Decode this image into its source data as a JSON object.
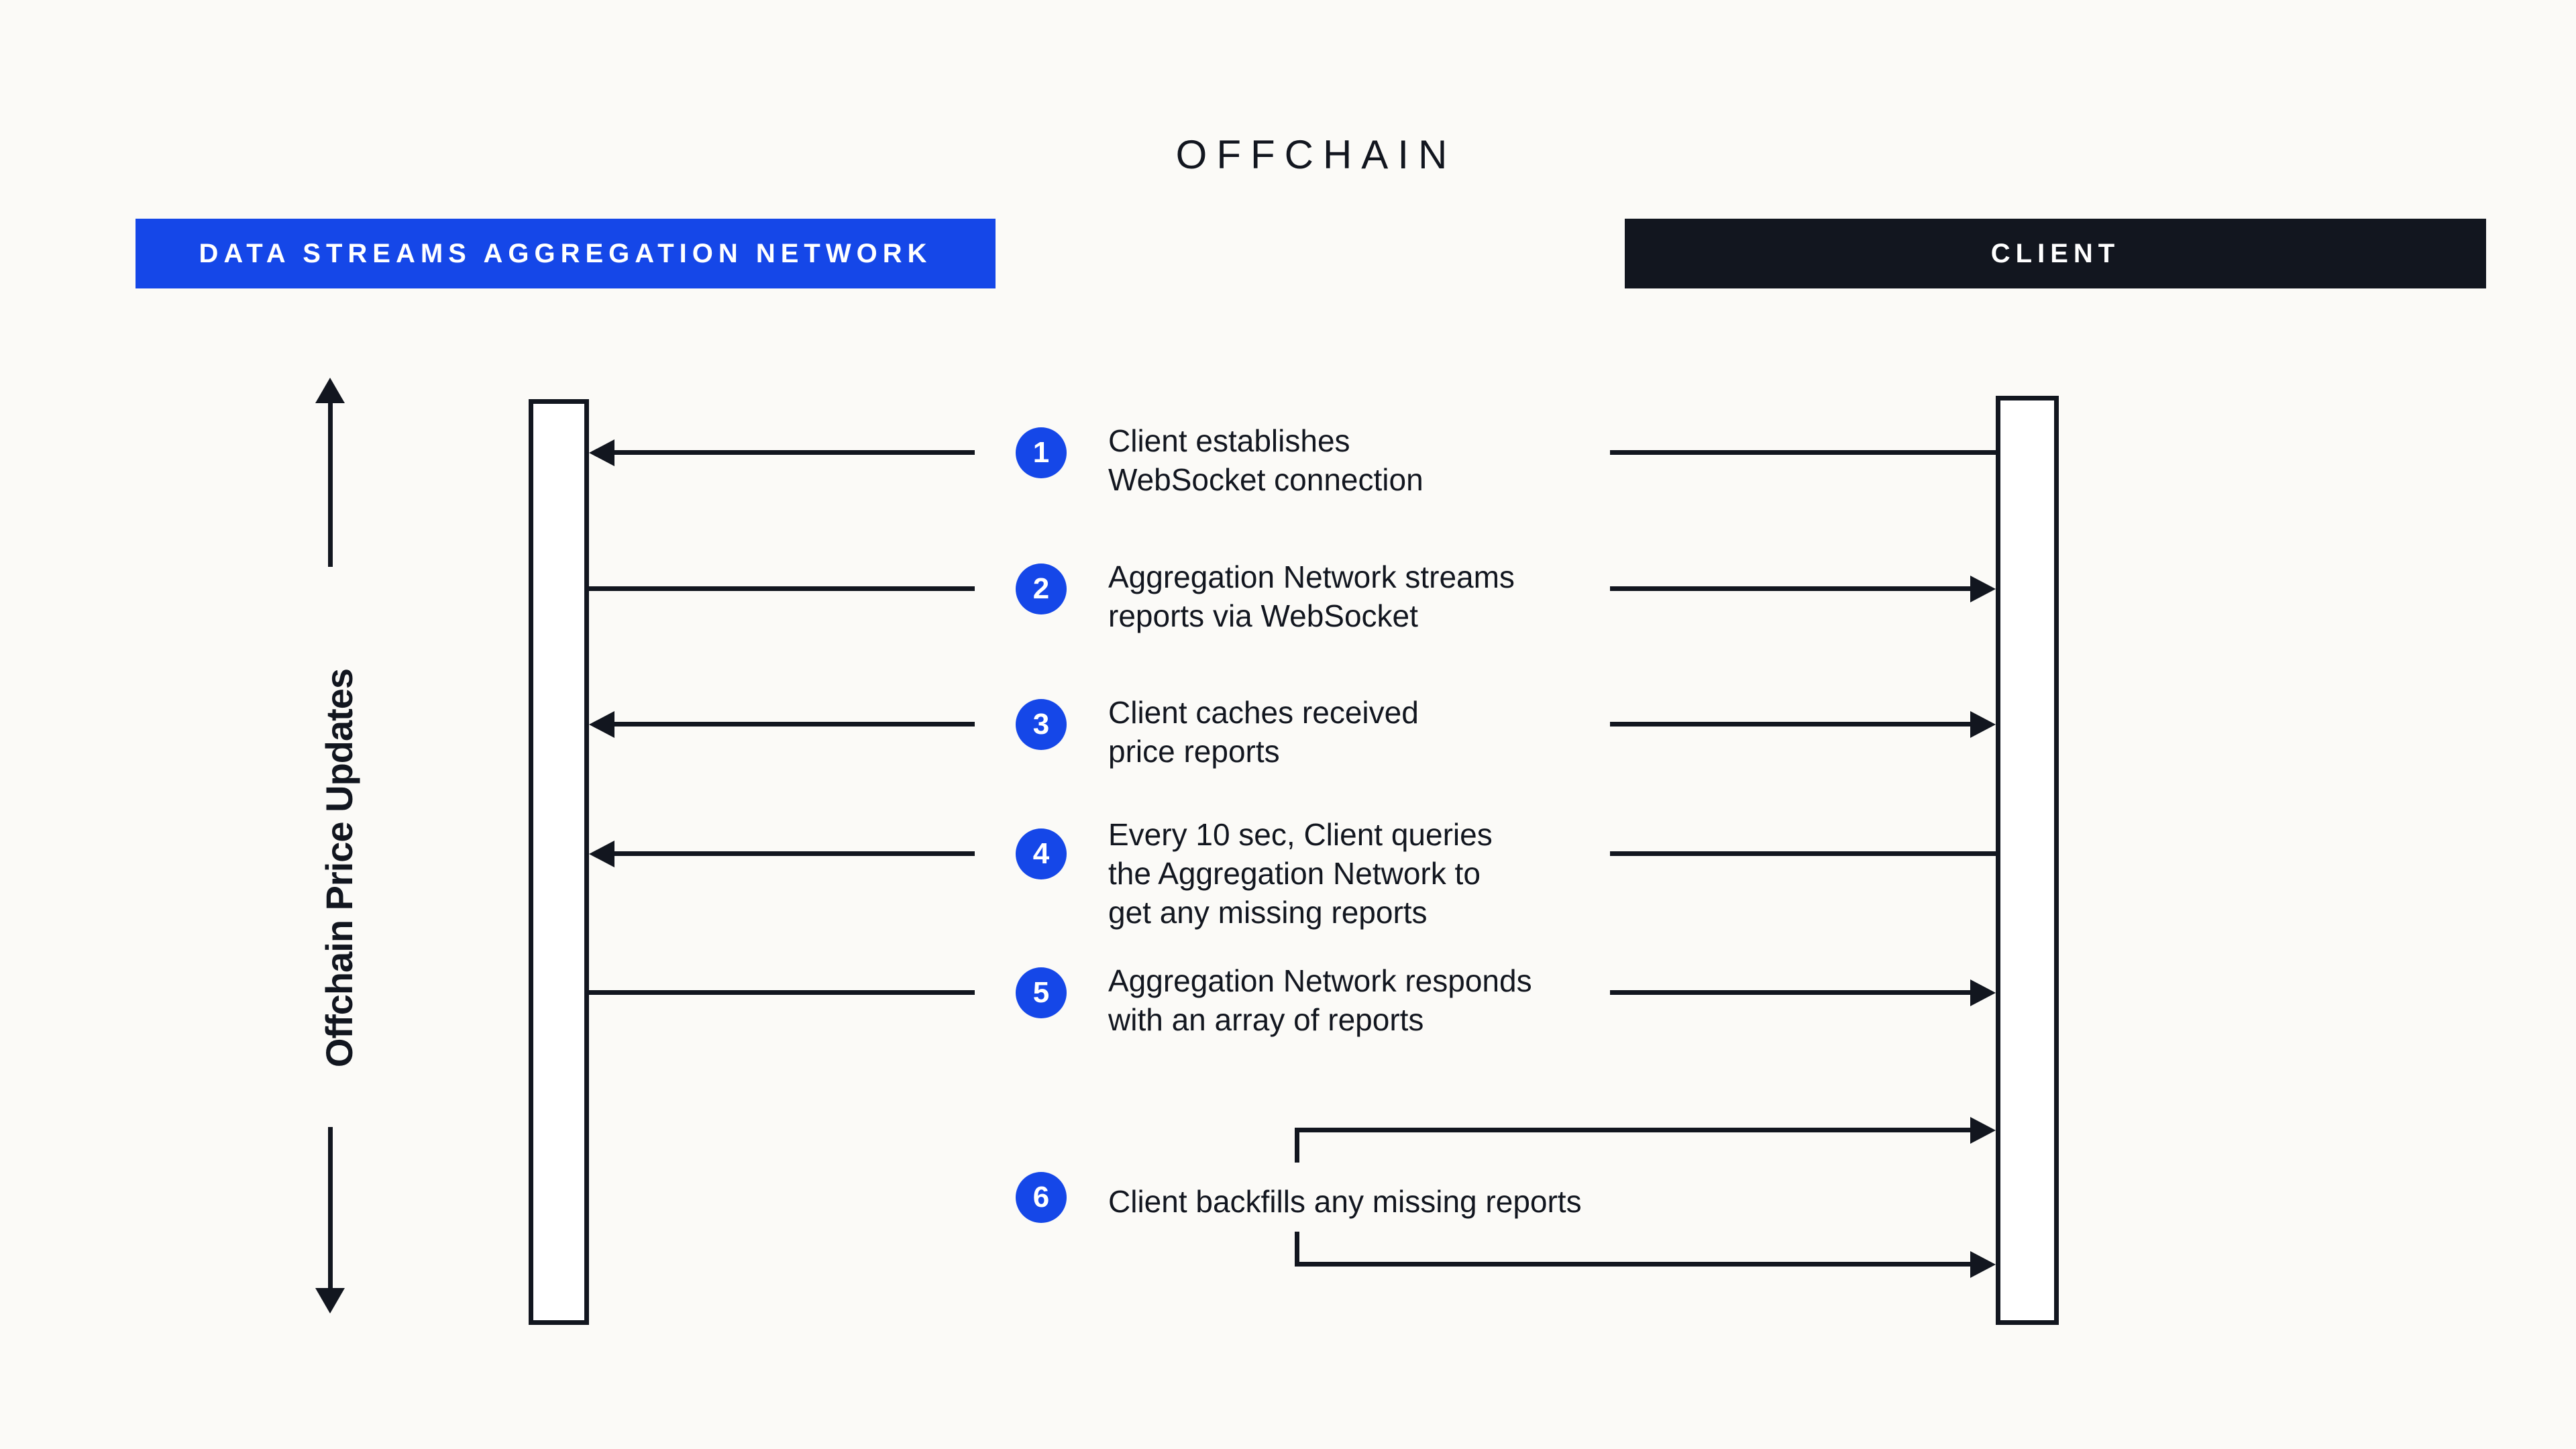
{
  "title": "OFFCHAIN",
  "side_label": "Offchain Price Updates",
  "banners": {
    "network": "DATA STREAMS AGGREGATION NETWORK",
    "client": "CLIENT"
  },
  "steps": [
    {
      "num": "1",
      "text": "Client establishes\nWebSocket connection"
    },
    {
      "num": "2",
      "text": "Aggregation Network streams\nreports via WebSocket"
    },
    {
      "num": "3",
      "text": "Client caches received\nprice reports"
    },
    {
      "num": "4",
      "text": "Every 10 sec, Client queries\nthe Aggregation Network to\nget any missing reports"
    },
    {
      "num": "5",
      "text": "Aggregation Network responds\nwith an array of reports"
    },
    {
      "num": "6",
      "text": "Client backfills any missing reports"
    }
  ],
  "colors": {
    "ink": "#12161f",
    "blue": "#1547e8",
    "background": "#fbfaf7",
    "lifeline_fill": "#ffffff"
  }
}
